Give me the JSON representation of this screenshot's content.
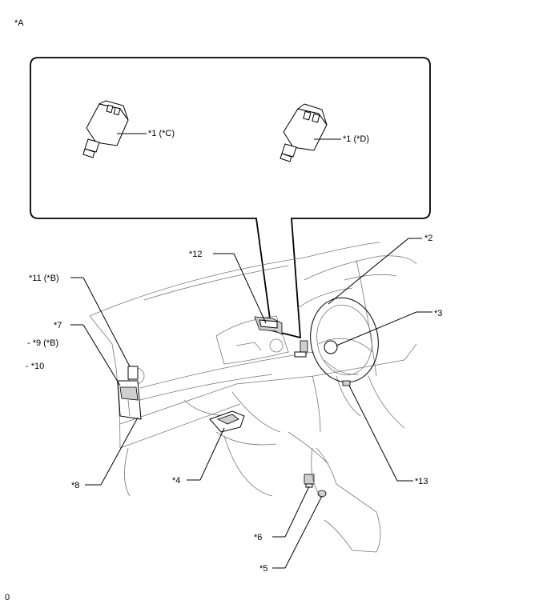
{
  "view_label": "*A",
  "footer_code": "0",
  "callouts": {
    "c1": "*1 (*C)",
    "d1": "*1 (*D)",
    "n2": "*2",
    "n3": "*3",
    "n4": "*4",
    "n5": "*5",
    "n6": "*6",
    "n7": "*7",
    "n8": "*8",
    "n9": "- *9 (*B)",
    "n10": "- *10",
    "n11": "*11 (*B)",
    "n12": "*12",
    "n13": "*13"
  }
}
